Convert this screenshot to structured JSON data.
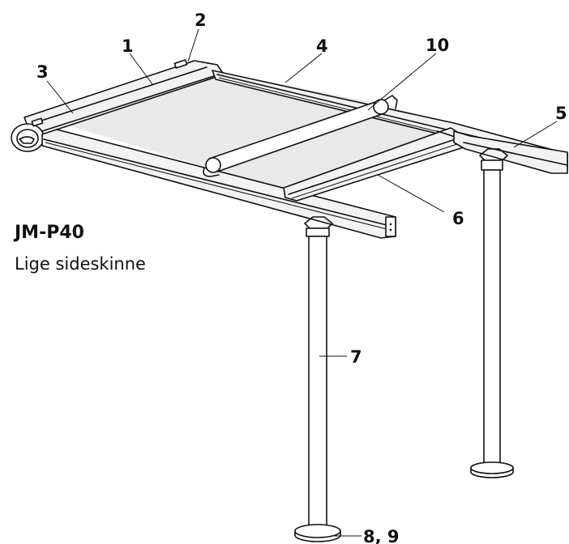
{
  "product": {
    "model": "JM-P40",
    "description": "Lige sideskinne"
  },
  "callouts": [
    {
      "id": "c1",
      "label": "1"
    },
    {
      "id": "c2",
      "label": "2"
    },
    {
      "id": "c3",
      "label": "3"
    },
    {
      "id": "c4",
      "label": "4"
    },
    {
      "id": "c10",
      "label": "10"
    },
    {
      "id": "c5",
      "label": "5"
    },
    {
      "id": "c6",
      "label": "6"
    },
    {
      "id": "c7",
      "label": "7"
    },
    {
      "id": "c89",
      "label": "8, 9"
    }
  ]
}
